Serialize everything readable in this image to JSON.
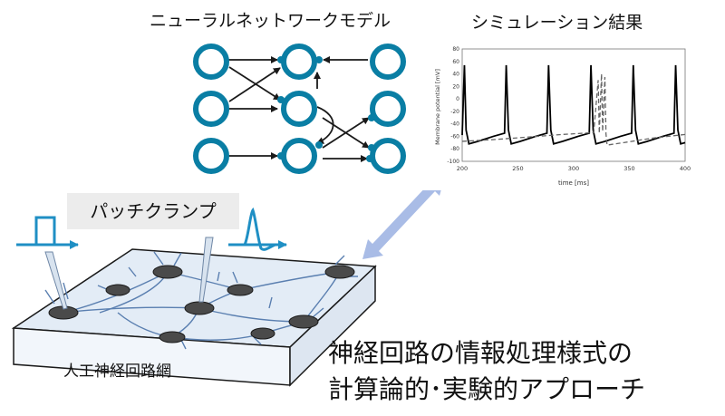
{
  "diagram": {
    "network_title": "ニューラルネットワークモデル",
    "simulation_title": "シミュレーション結果",
    "patch_clamp_label": "パッチクランプ",
    "board_label": "人工神経回路網",
    "headline_line1": "神経回路の情報処理様式の",
    "headline_line2": "計算論的･実験的アプローチ",
    "colors": {
      "neuron_ring": "#0a7ea4",
      "arrow": "#1a1a1a",
      "double_arrow": "#a9bce6",
      "signal_arrow": "#1f8fc4",
      "board_top": "#e3ecf6",
      "board_side": "#f2f6fb"
    }
  },
  "chart_data": {
    "type": "line",
    "xlabel": "time [ms]",
    "ylabel": "Membrane potential [mV]",
    "xlim": [
      200,
      400
    ],
    "ylim": [
      -100,
      80
    ],
    "xticks": [
      "200",
      "250",
      "300",
      "350",
      "400"
    ],
    "yticks": [
      "80",
      "60",
      "40",
      "20",
      "0",
      "-20",
      "-40",
      "-60",
      "-80",
      "-100"
    ],
    "series": [
      {
        "style": "solid",
        "x": [
          200,
          202,
          203.5,
          206,
          214,
          228,
          238,
          239.5,
          241.5,
          244,
          252,
          266,
          276,
          277.5,
          279.5,
          282,
          290,
          304,
          314,
          315.5,
          317.5,
          320,
          328,
          342,
          352,
          353.5,
          355.5,
          358,
          366,
          380,
          390,
          391.5,
          393.5,
          396,
          400
        ],
        "y": [
          -58,
          54,
          -50,
          -72,
          -68,
          -60,
          -55,
          54,
          -50,
          -72,
          -68,
          -60,
          -55,
          54,
          -50,
          -72,
          -68,
          -60,
          -55,
          54,
          -50,
          -72,
          -68,
          -60,
          -55,
          54,
          -50,
          -72,
          -68,
          -60,
          -55,
          54,
          -50,
          -72,
          -70
        ]
      },
      {
        "style": "dashed",
        "x": [
          200,
          230,
          260,
          290,
          318,
          322,
          323,
          325,
          326,
          328,
          329,
          330,
          345,
          370,
          400
        ],
        "y": [
          -68,
          -65,
          -61,
          -57,
          -54,
          30,
          -55,
          40,
          -52,
          35,
          -56,
          -74,
          -70,
          -63,
          -57
        ]
      }
    ]
  }
}
